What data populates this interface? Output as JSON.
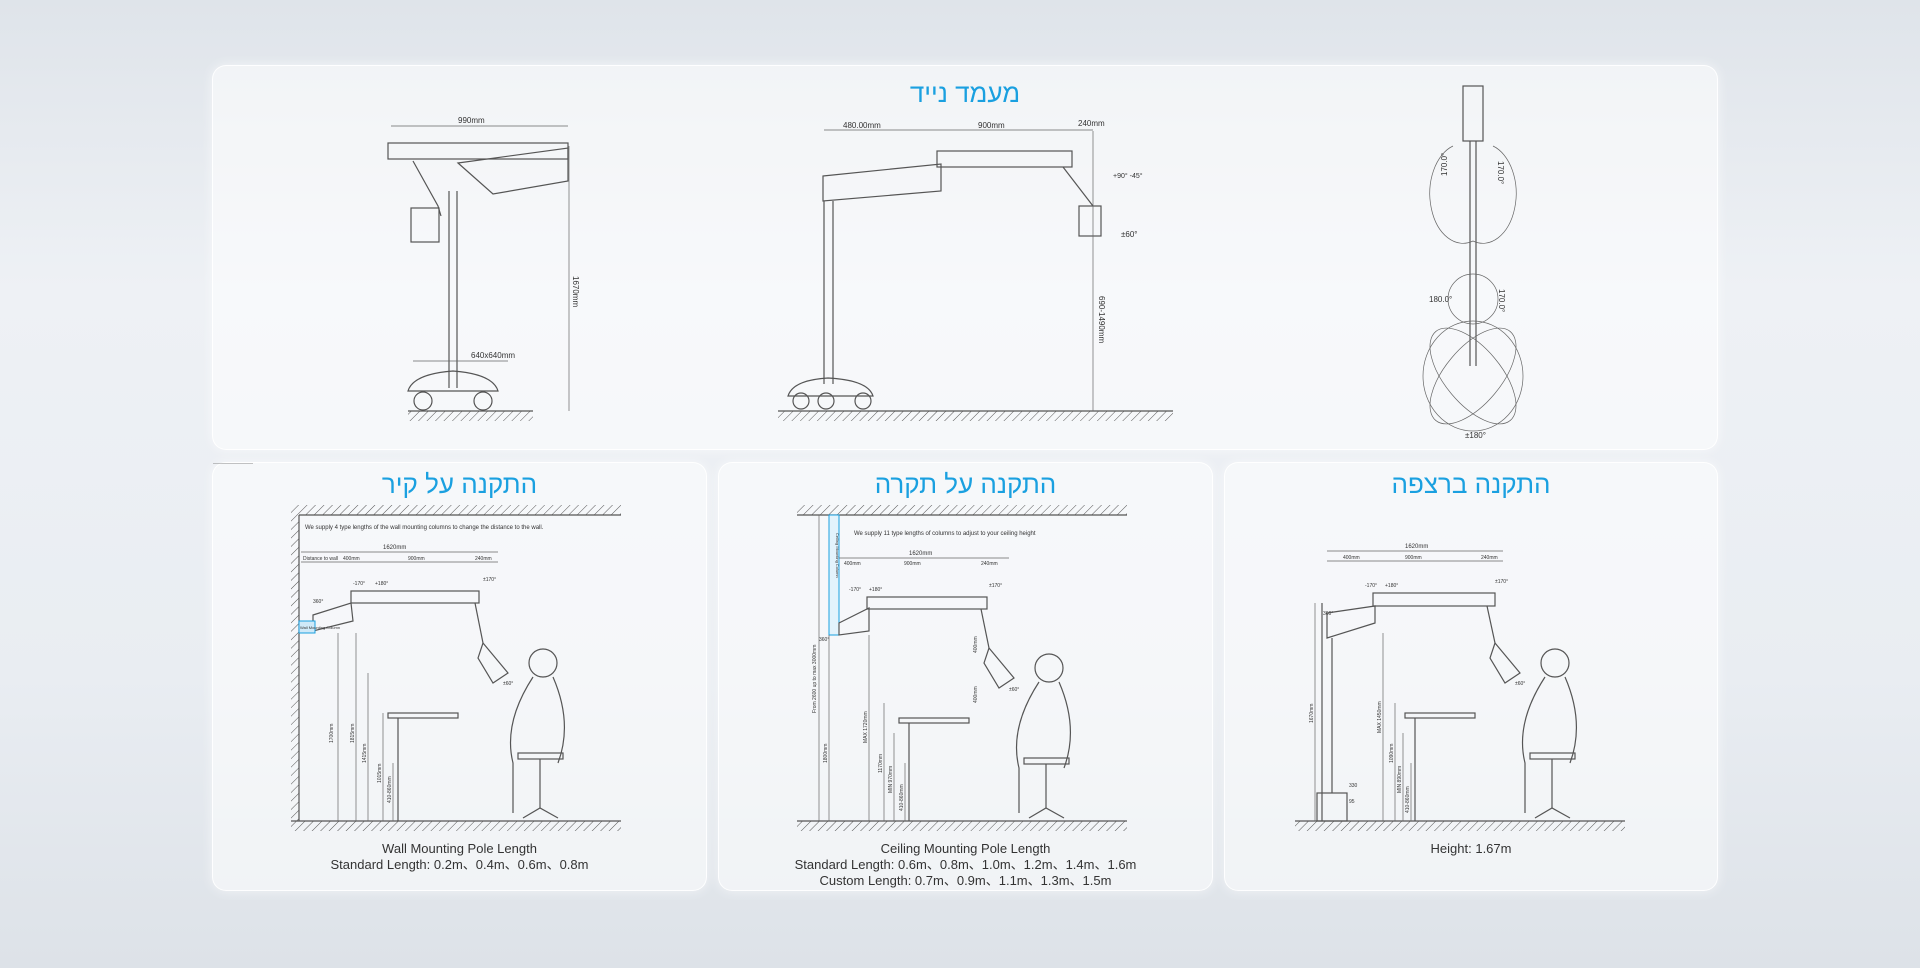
{
  "mobile": {
    "title": "מעמד נייד",
    "d1": {
      "width": "990mm",
      "height": "1670mm",
      "base": "640x640mm"
    },
    "d2": {
      "offset": "480.00mm",
      "arm": "900mm",
      "head": "240mm",
      "tilt": "+90° -45°",
      "rot": "±60°",
      "height": "690-1490mm"
    },
    "d3": {
      "a1": "170.0°",
      "a2": "170.0°",
      "a3": "180.0°",
      "a4": "170.0°",
      "a5": "±180°"
    }
  },
  "wall": {
    "title": "התקנה על קיר",
    "note": "We supply 4 type lengths of the wall mounting columns to change the distance to the wall.",
    "total": "1620mm",
    "dist": "Distance to wall",
    "s1": "400mm",
    "s2": "900mm",
    "s3": "240mm",
    "r1": "-170°",
    "r2": "+180°",
    "r3": "±170°",
    "r4": "360°",
    "col": "Wall Mounting Column",
    "h1": "1700mm",
    "h2": "1815mm",
    "h3": "1415mm",
    "h4": "1015mm",
    "h5": "410-860mm",
    "rot": "±60°",
    "caption1": "Wall Mounting Pole Length",
    "caption2": "Standard Length: 0.2m、0.4m、0.6m、0.8m"
  },
  "ceiling": {
    "title": "התקנה על תקרה",
    "note": "We supply 11 type lengths of columns to adjust to your ceiling height",
    "total": "1620mm",
    "s1": "400mm",
    "s2": "900mm",
    "s3": "240mm",
    "r1": "-170°",
    "r2": "+180°",
    "r3": "±170°",
    "r4": "360°",
    "col": "Ceiling Mounting Column",
    "h0": "From 2600 up to max 3000mm",
    "h1": "1800mm",
    "h2": "MAX 1720mm",
    "h3": "1170mm",
    "h4": "MIN 970mm",
    "h5": "410-860mm",
    "v1": "400mm",
    "v2": "400mm",
    "rot": "±60°",
    "caption1": "Ceiling Mounting Pole Length",
    "caption2": "Standard Length: 0.6m、0.8m、1.0m、1.2m、1.4m、1.6m",
    "caption3": "Custom Length: 0.7m、0.9m、1.1m、1.3m、1.5m"
  },
  "floor": {
    "title": "התקנה ברצפה",
    "total": "1620mm",
    "s1": "400mm",
    "s2": "900mm",
    "s3": "240mm",
    "r1": "-170°",
    "r2": "+180°",
    "r3": "±170°",
    "r4": "360°",
    "h1": "1670mm",
    "h2": "MAX 1450mm",
    "h3": "1090mm",
    "h4": "MIN 890mm",
    "h5": "410-860mm",
    "b1": "330",
    "b2": "95",
    "rot": "±60°",
    "caption1": "Height: 1.67m"
  }
}
